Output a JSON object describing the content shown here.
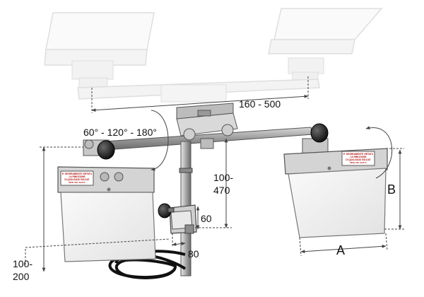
{
  "dimensions": {
    "arm_span": "160 - 500",
    "rotation": "60° - 120° - 180°",
    "height_adjust_line1": "100-",
    "height_adjust_line2": "470",
    "clamp_height": "60",
    "clamp_width": "80",
    "vertical_offset_line1": "100-",
    "vertical_offset_line2": "200",
    "screen_width": "A",
    "screen_height": "B"
  },
  "warning_label": {
    "line1": "E' SEVERAMENTE VIETATO",
    "line2": "LA RIMOZIONE",
    "line3": "DI QUALSIASI SOLDAT",
    "line4": "MOD. SPL-DI-67A"
  },
  "colors": {
    "metal": "#9a9a9a",
    "metal_dark": "#5a5a5a",
    "knob": "#1b1b1b",
    "cable": "#111111",
    "screen_glass": "#f3f3f3",
    "faded_outline": "#c9c9c9",
    "dimension_line": "#444444"
  }
}
